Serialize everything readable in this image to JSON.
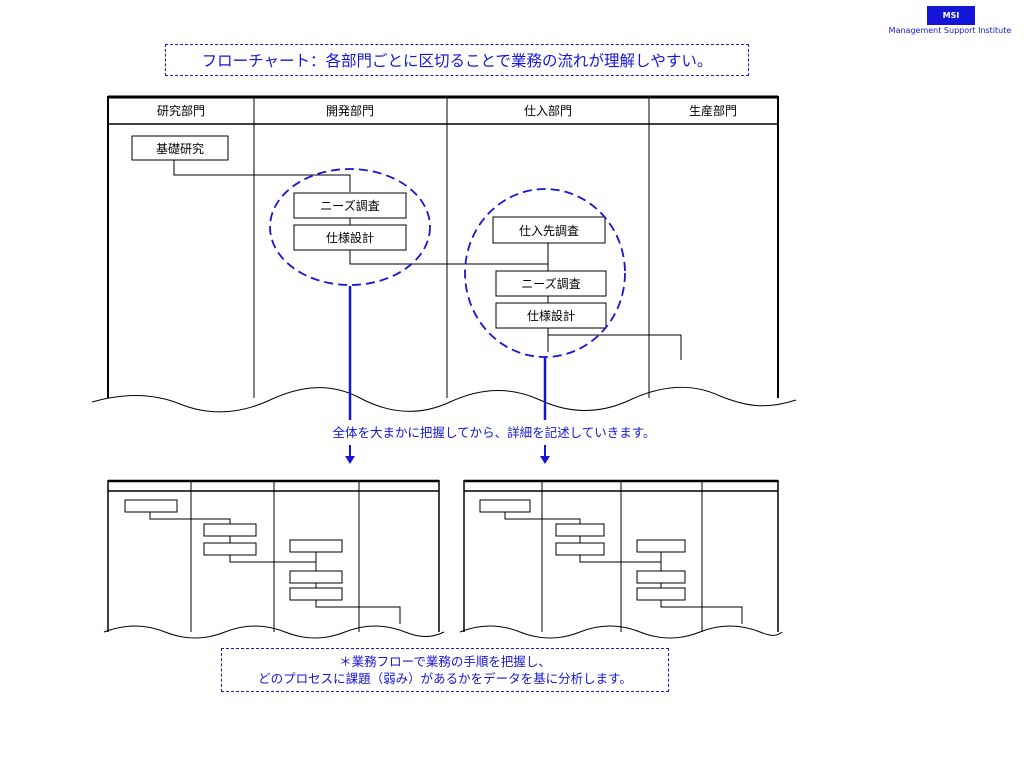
{
  "logo": {
    "label": "MSI",
    "subtitle": "Management Support Institute"
  },
  "title": "フローチャート：各部門ごとに区切ることで業務の流れが理解しやすい。",
  "lanes": {
    "research": "研究部門",
    "development": "開発部門",
    "purchasing": "仕入部門",
    "production": "生産部門"
  },
  "boxes": {
    "basic_research": "基礎研究",
    "dev_needs_survey": "ニーズ調査",
    "dev_spec_design": "仕様設計",
    "supplier_survey": "仕入先調査",
    "pur_needs_survey": "ニーズ調査",
    "pur_spec_design": "仕様設計"
  },
  "mid_caption": "全体を大まかに把握してから、詳細を記述していきます。",
  "note": {
    "line1": "＊業務フローで業務の手順を把握し、",
    "line2": "どのプロセスに課題（弱み）があるかをデータを基に分析します。"
  },
  "colors": {
    "accent": "#1515d8",
    "line": "#000000"
  }
}
